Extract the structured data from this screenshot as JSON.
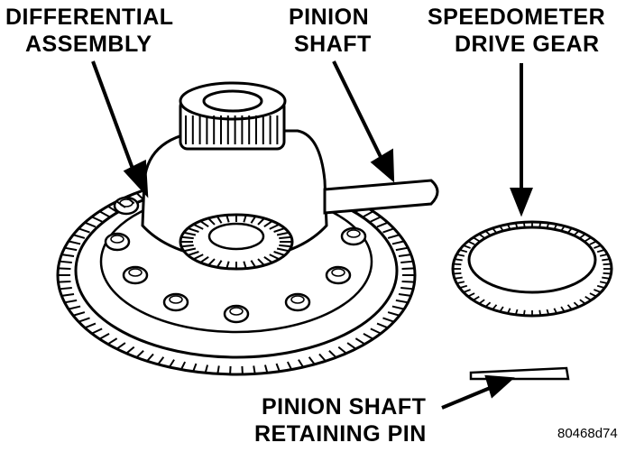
{
  "labels": {
    "differential_assembly": [
      "DIFFERENTIAL",
      "ASSEMBLY"
    ],
    "pinion_shaft": [
      "PINION",
      "SHAFT"
    ],
    "speedometer_drive_gear": [
      "SPEEDOMETER",
      "DRIVE GEAR"
    ],
    "pinion_shaft_retaining_pin": [
      "PINION SHAFT",
      "RETAINING PIN"
    ]
  },
  "figure_ref": "80468d74",
  "colors": {
    "ink": "#000000",
    "paper": "#ffffff"
  }
}
